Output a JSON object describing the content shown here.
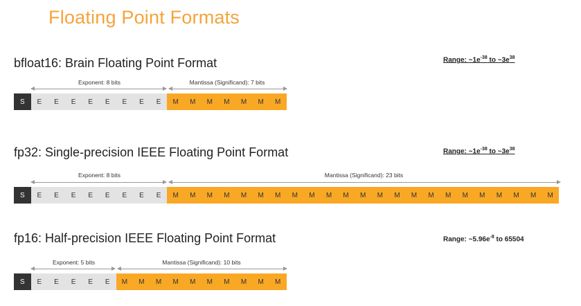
{
  "title": "Floating Point Formats",
  "formats": [
    {
      "id": "bfloat16",
      "title": "bfloat16: Brain Floating Point Format",
      "range": {
        "prefix": "Range: ~1e",
        "exp1": "-38",
        "mid": " to ~3e",
        "exp2": "38",
        "suffix": ""
      },
      "exponent_label": "Exponent: 8 bits",
      "mantissa_label": "Mantissa (Significand):  7 bits",
      "sign_char": "S",
      "exp_char": "E",
      "man_char": "M",
      "exp_bits": 8,
      "man_bits": 7
    },
    {
      "id": "fp32",
      "title": "fp32: Single-precision IEEE Floating Point Format",
      "range": {
        "prefix": "Range: ~1e",
        "exp1": "-38",
        "mid": " to ~3e",
        "exp2": "38",
        "suffix": ""
      },
      "exponent_label": "Exponent: 8 bits",
      "mantissa_label": "Mantissa (Significand):  23 bits",
      "sign_char": "S",
      "exp_char": "E",
      "man_char": "M",
      "exp_bits": 8,
      "man_bits": 23
    },
    {
      "id": "fp16",
      "title": "fp16: Half-precision IEEE Floating Point Format",
      "range": {
        "prefix": "Range: ~5.96e",
        "exp1": "-8",
        "mid": " to 65504",
        "exp2": "",
        "suffix": ""
      },
      "exponent_label": "Exponent: 5 bits",
      "mantissa_label": "Mantissa (Significand):  10 bits",
      "sign_char": "S",
      "exp_char": "E",
      "man_char": "M",
      "exp_bits": 5,
      "man_bits": 10
    }
  ],
  "colors": {
    "sign": "#333333",
    "exponent": "#E3E3E3",
    "mantissa": "#F9A825",
    "title": "#F5A33B"
  }
}
